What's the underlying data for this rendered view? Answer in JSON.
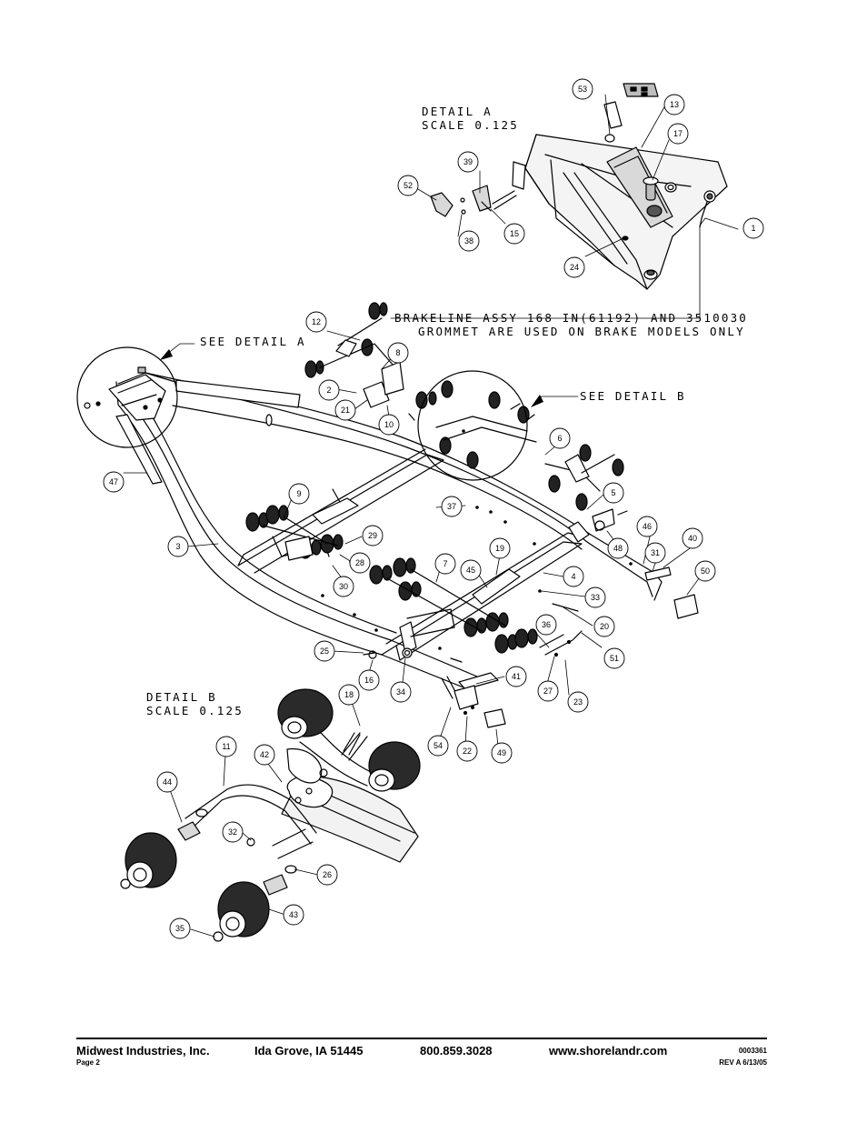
{
  "notes": {
    "detail_a_title": "DETAIL  A",
    "detail_a_scale": "SCALE  0.125",
    "detail_b_title": "DETAIL  B",
    "detail_b_scale": "SCALE  0.125",
    "see_detail_a": "SEE DETAIL  A",
    "see_detail_b": "SEE DETAIL  B",
    "brake_line1": "BRAKELINE ASSY 168 IN(61192) AND 3510030",
    "brake_line2": "GROMMET ARE USED ON BRAKE MODELS ONLY"
  },
  "callouts": [
    "1",
    "2",
    "3",
    "4",
    "5",
    "6",
    "7",
    "8",
    "9",
    "10",
    "11",
    "12",
    "13",
    "15",
    "16",
    "17",
    "18",
    "19",
    "20",
    "21",
    "22",
    "23",
    "24",
    "25",
    "26",
    "27",
    "28",
    "29",
    "30",
    "31",
    "32",
    "33",
    "34",
    "35",
    "36",
    "37",
    "38",
    "39",
    "40",
    "41",
    "42",
    "43",
    "44",
    "45",
    "46",
    "47",
    "48",
    "49",
    "50",
    "51",
    "52",
    "53",
    "54"
  ],
  "footer": {
    "company": "Midwest Industries, Inc.",
    "city": "Ida Grove, IA  51445",
    "phone": "800.859.3028",
    "website": "www.shorelandr.com",
    "page": "Page 2",
    "doc_number": "0003361",
    "revision": "REV A  6/13/05"
  }
}
